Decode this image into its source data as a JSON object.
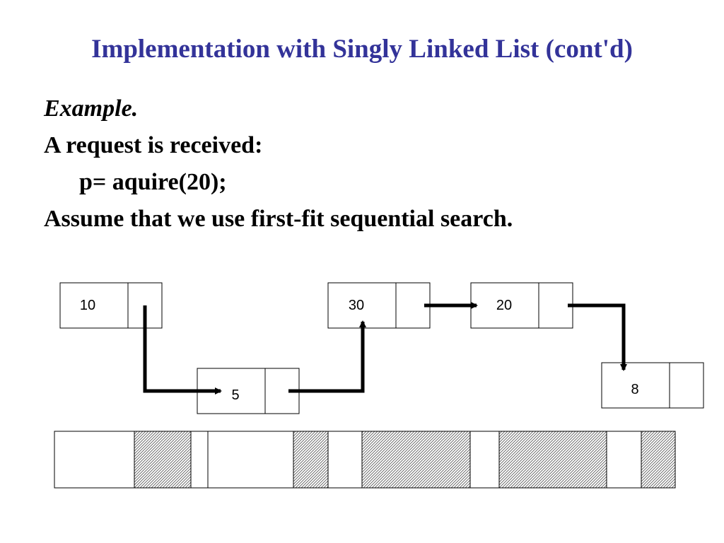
{
  "slide": {
    "title": "Implementation with Singly Linked List (cont'd)",
    "example_label": "Example.",
    "line1": "A request is received:",
    "line2": "p= aquire(20);",
    "line3": "Assume that we use first-fit sequential search.",
    "title_color": "#333399"
  },
  "linked_list": {
    "nodes": [
      {
        "id": "n10",
        "value": "10"
      },
      {
        "id": "n5",
        "value": "5"
      },
      {
        "id": "n30",
        "value": "30"
      },
      {
        "id": "n20",
        "value": "20"
      },
      {
        "id": "n8",
        "value": "8"
      }
    ],
    "links": [
      {
        "from": "n10",
        "to": "n5"
      },
      {
        "from": "n5",
        "to": "n30"
      },
      {
        "from": "n30",
        "to": "n20"
      },
      {
        "from": "n20",
        "to": "n8"
      }
    ]
  },
  "memory_bar": {
    "segments": [
      {
        "state": "free"
      },
      {
        "state": "allocated"
      },
      {
        "state": "free"
      },
      {
        "state": "free"
      },
      {
        "state": "allocated"
      },
      {
        "state": "free"
      },
      {
        "state": "allocated"
      },
      {
        "state": "free"
      },
      {
        "state": "allocated"
      },
      {
        "state": "free"
      },
      {
        "state": "allocated"
      }
    ]
  }
}
